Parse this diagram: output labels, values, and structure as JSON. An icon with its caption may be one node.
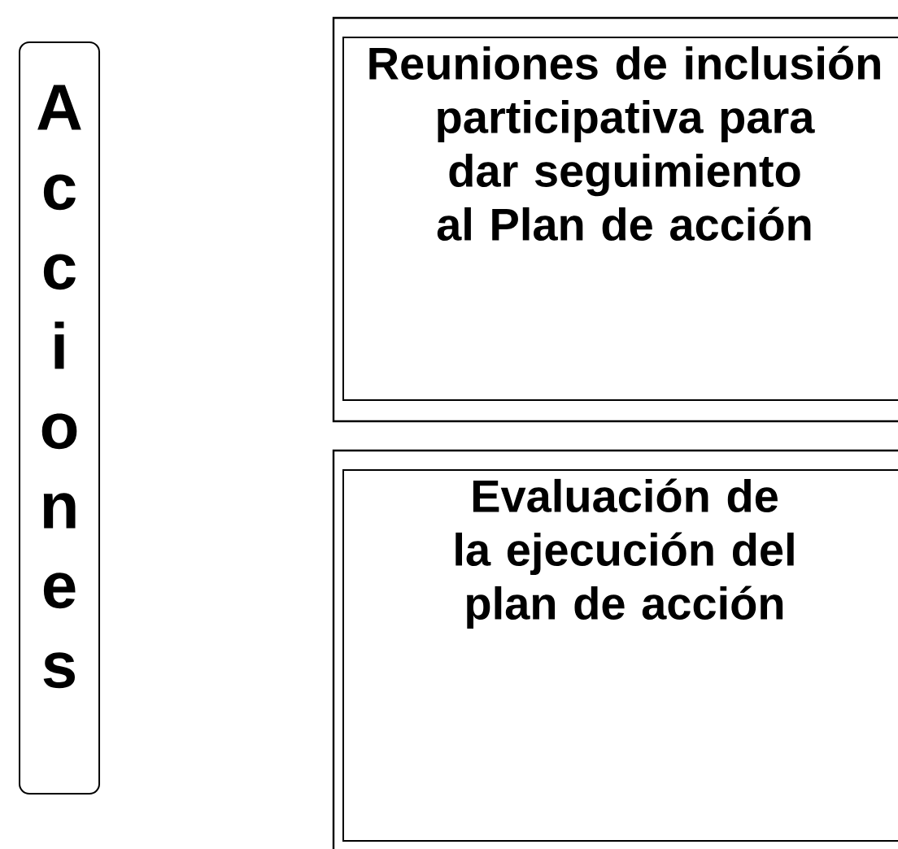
{
  "diagram": {
    "nodes": [
      {
        "text": [
          "Acciones"
        ]
      },
      {
        "text": [
          "Reuniones de inclusión participativa para dar seguimiento al Plan de acción"
        ]
      },
      {
        "text": [
          "Evaluación de la ejecución del plan de acción"
        ]
      }
    ]
  }
}
